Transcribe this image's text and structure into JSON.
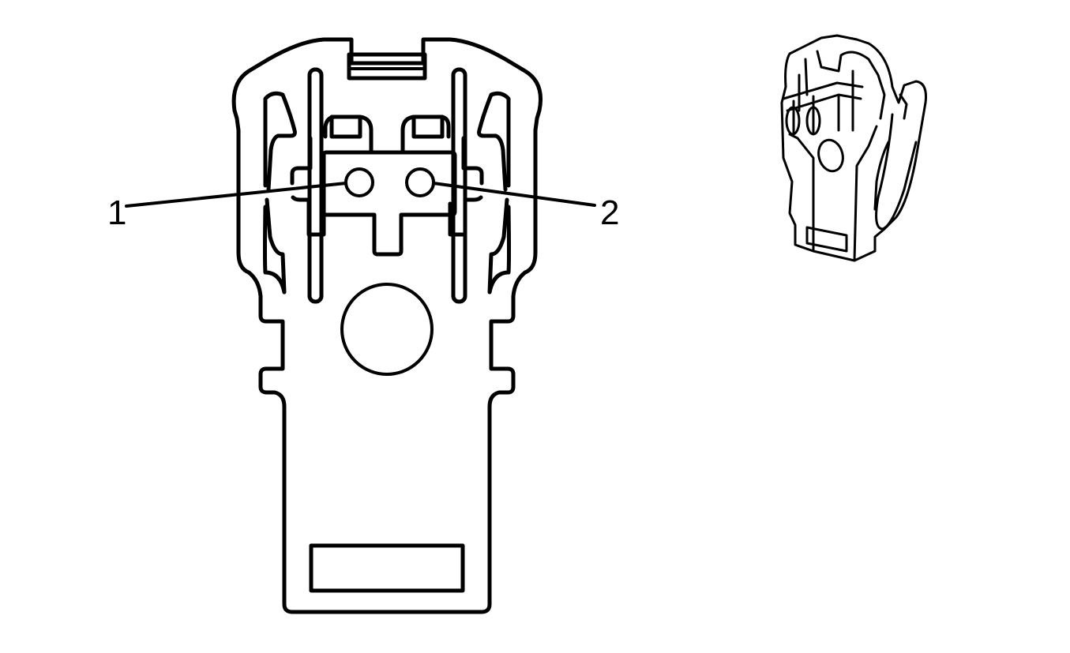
{
  "diagram": {
    "type": "connector-end-view",
    "pin_count": 2,
    "callouts": [
      {
        "id": 1,
        "label": "1",
        "target": "pin-1"
      },
      {
        "id": 2,
        "label": "2",
        "target": "pin-2"
      }
    ],
    "views": [
      "face-view",
      "isometric-view"
    ],
    "colors": {
      "line": "#000000",
      "background": "#ffffff"
    }
  }
}
